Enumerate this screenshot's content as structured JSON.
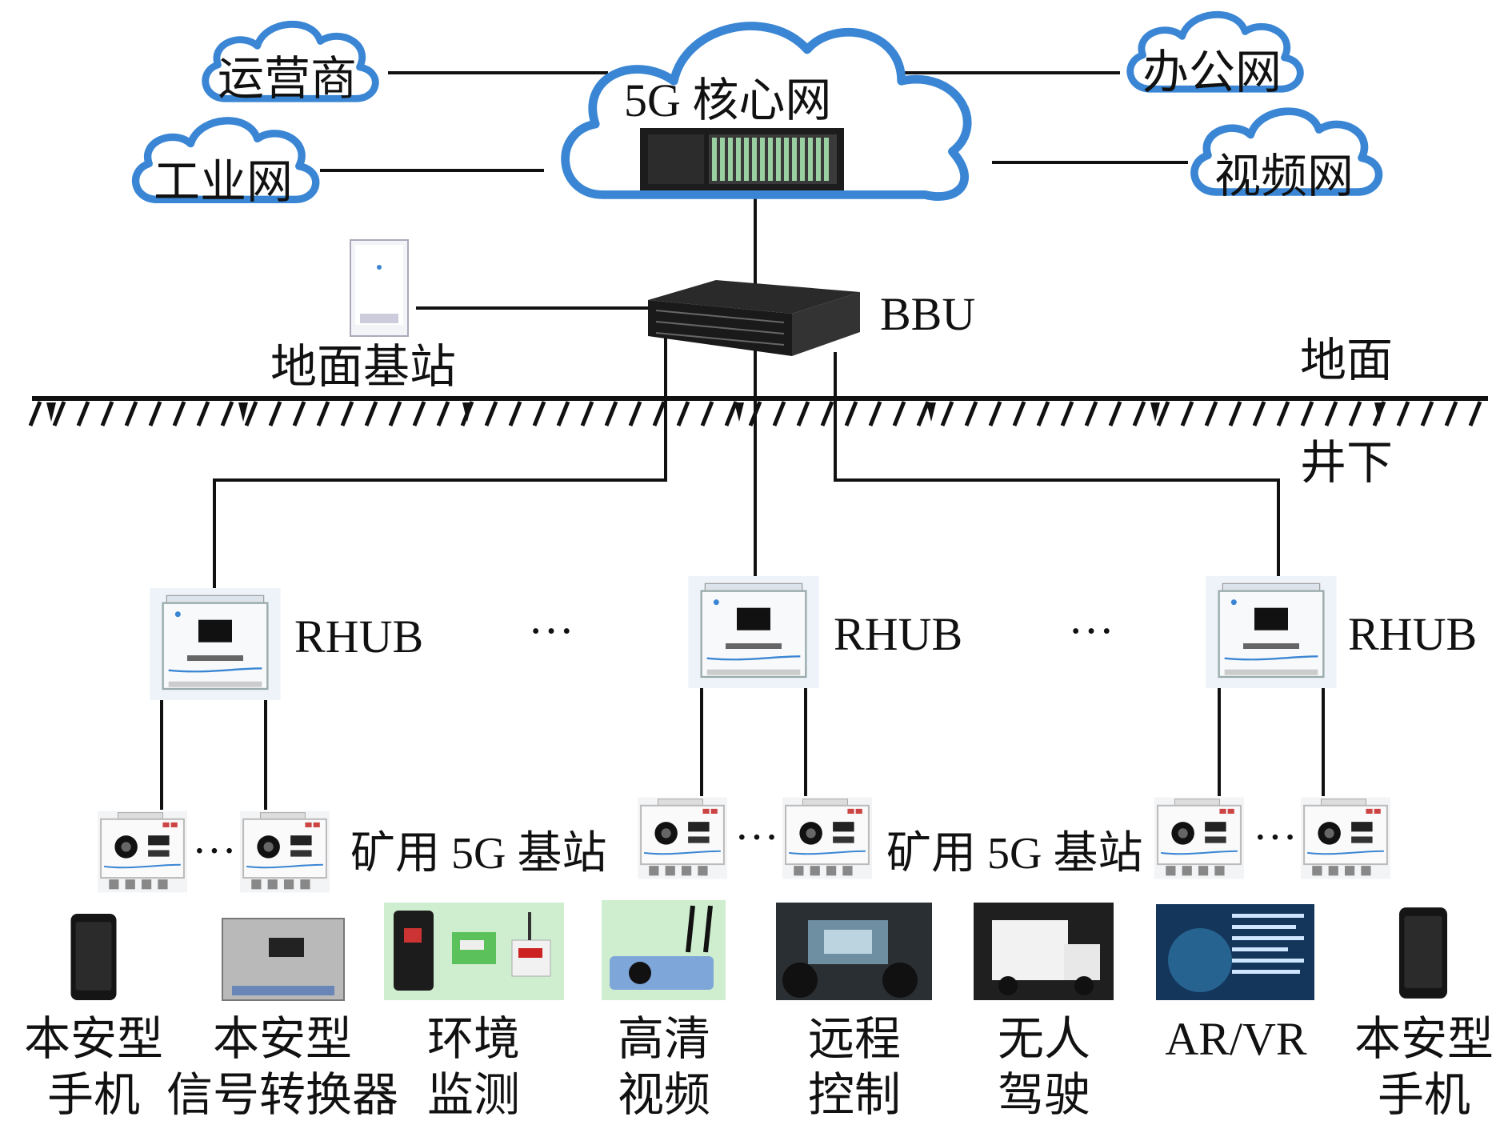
{
  "clouds": {
    "core": "5G 核心网",
    "operator": "运营商",
    "industrial": "工业网",
    "office": "办公网",
    "video": "视频网"
  },
  "labels": {
    "bbu": "BBU",
    "surface_bs": "地面基站",
    "ground": "地面",
    "underground": "井下",
    "rhub": "RHUB",
    "mine_bs": "矿用 5G 基站",
    "ellipsis": "···"
  },
  "devices": [
    {
      "line1": "本安型",
      "line2": "手机"
    },
    {
      "line1": "本安型",
      "line2": "信号转换器"
    },
    {
      "line1": "环境",
      "line2": "监测"
    },
    {
      "line1": "高清",
      "line2": "视频"
    },
    {
      "line1": "远程",
      "line2": "控制"
    },
    {
      "line1": "无人",
      "line2": "驾驶"
    },
    {
      "line1": "AR/VR",
      "line2": ""
    },
    {
      "line1": "本安型",
      "line2": "手机"
    }
  ],
  "colors": {
    "cloud_stroke": "#3a86d4",
    "line": "#111111"
  }
}
